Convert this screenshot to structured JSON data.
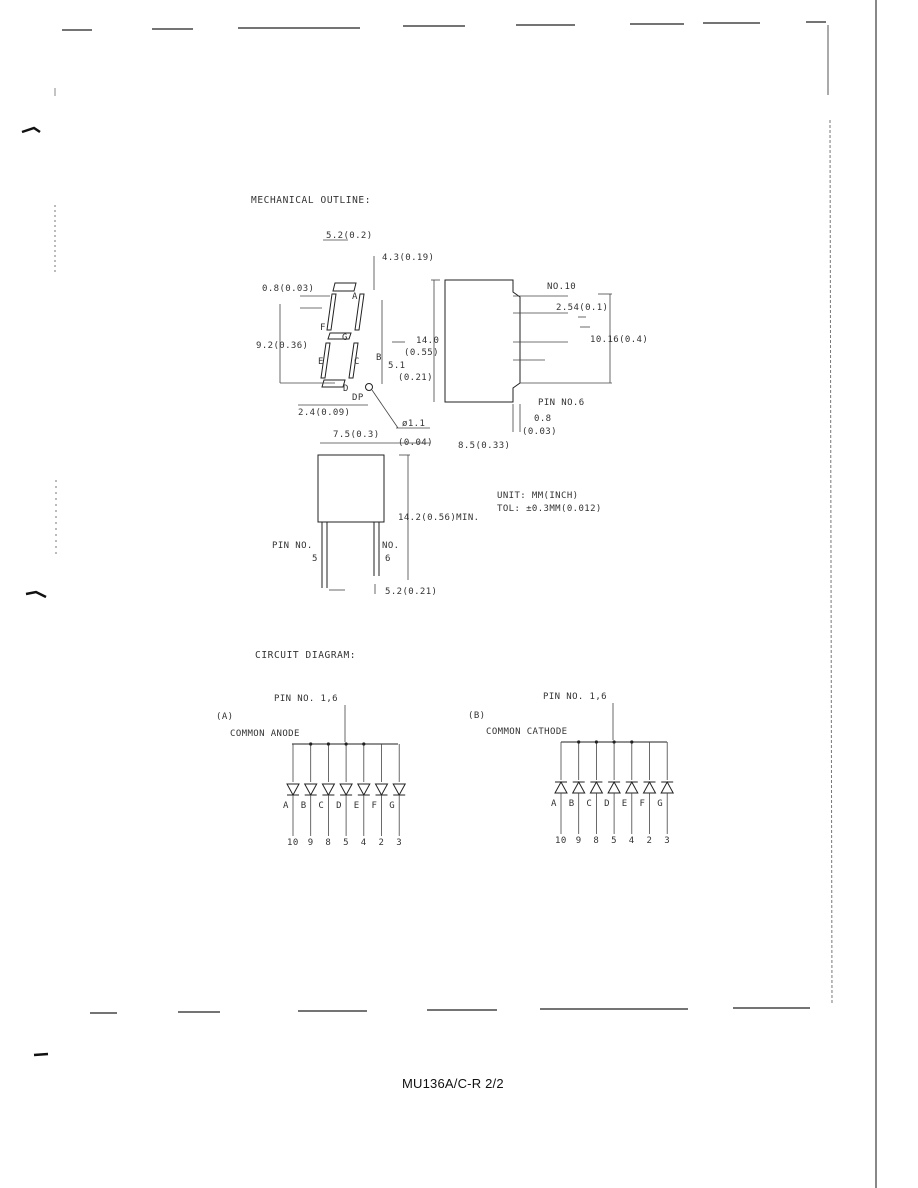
{
  "mechanical": {
    "heading": "MECHANICAL OUTLINE:",
    "dims": {
      "top_width": "5.2(0.2)",
      "top_right": "4.3(0.19)",
      "left_small": "0.8(0.03)",
      "height_left": "9.2(0.36)",
      "seg_height": "5.1",
      "seg_height_in": "(0.21)",
      "body_height": "14.0",
      "body_height_in": "(0.55)",
      "dp_offset": "2.4(0.09)",
      "dp_dia": "ø1.1",
      "dp_dia_in": "(0.04)",
      "width_front": "7.5(0.3)",
      "side_width": "8.5(0.33)",
      "pin_pitch": "2.54(0.1)",
      "pin_span": "10.16(0.4)",
      "pin_thick": "0.8",
      "pin_thick_in": "(0.03)",
      "lead_length": "14.2(0.56)MIN.",
      "lead_span": "5.2(0.21)"
    },
    "labels": {
      "pin10": "NO.10",
      "pin6_side": "PIN NO.6",
      "pin5_label": "PIN NO.",
      "pin5_num": "5",
      "pin6_label": "NO.",
      "pin6_num": "6",
      "dp": "DP"
    },
    "segments": [
      "A",
      "B",
      "C",
      "D",
      "E",
      "F",
      "G"
    ],
    "units": "UNIT: MM(INCH)",
    "tolerance": "TOL: ±0.3MM(0.012)"
  },
  "circuit": {
    "heading": "CIRCUIT DIAGRAM:",
    "anode": {
      "pin_label": "PIN NO. 1,6",
      "tag": "(A)",
      "title": "COMMON ANODE",
      "segments": [
        "A",
        "B",
        "C",
        "D",
        "E",
        "F",
        "G"
      ],
      "pins": [
        "10",
        "9",
        "8",
        "5",
        "4",
        "2",
        "3"
      ]
    },
    "cathode": {
      "pin_label": "PIN NO. 1,6",
      "tag": "(B)",
      "title": "COMMON CATHODE",
      "segments": [
        "A",
        "B",
        "C",
        "D",
        "E",
        "F",
        "G"
      ],
      "pins": [
        "10",
        "9",
        "8",
        "5",
        "4",
        "2",
        "3"
      ]
    }
  },
  "footer": {
    "doc_id": "MU136A/C-R  2/2"
  }
}
